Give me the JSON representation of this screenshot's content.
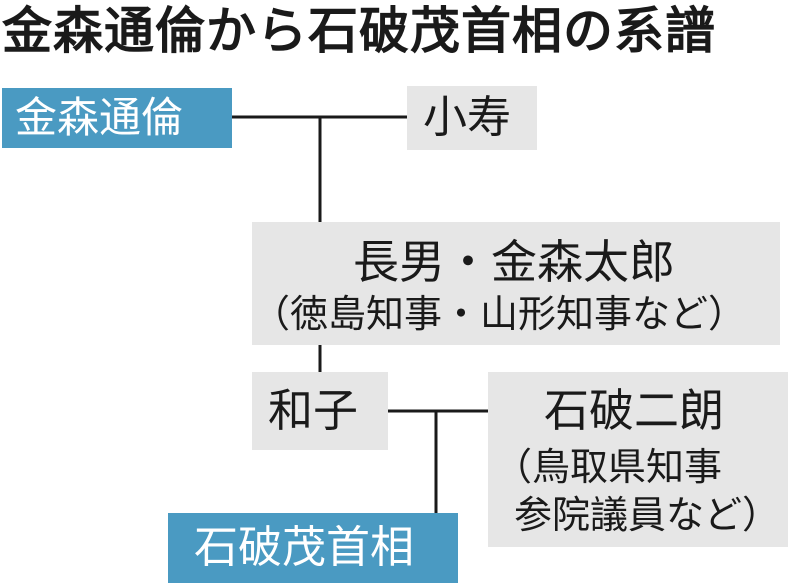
{
  "title": "金森通倫から石破茂首相の系譜",
  "nodes": {
    "kanamori_michitomo": {
      "name": "金森通倫"
    },
    "kotoshi": {
      "name": "小寿"
    },
    "kanamori_taro": {
      "name": "長男・金森太郎",
      "note": "（徳島知事・山形知事など）"
    },
    "kazuko": {
      "name": "和子"
    },
    "ishiba_jiro": {
      "name": "石破二朗",
      "note_line1": "（鳥取県知事",
      "note_line2": "参院議員など）"
    },
    "ishiba_shigeru": {
      "name": "石破茂首相"
    }
  },
  "colors": {
    "highlight": "#4a9ac2",
    "node_fill": "#e6e6e6",
    "line": "#1a1a1a"
  }
}
